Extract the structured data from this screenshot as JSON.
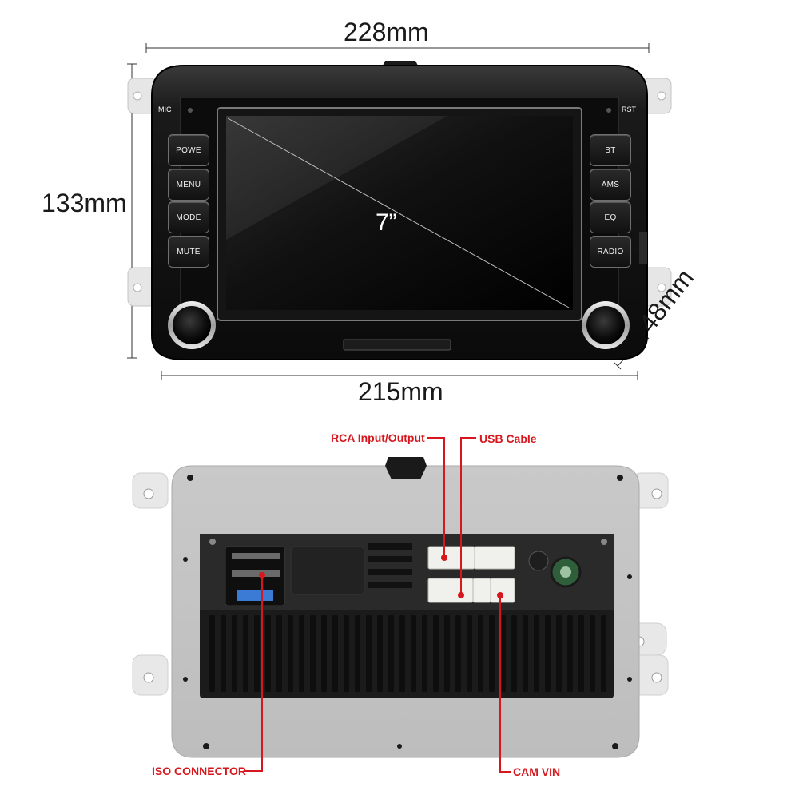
{
  "dimensions": {
    "width": "228mm",
    "height": "133mm",
    "bottom_width": "215mm",
    "depth": "48mm"
  },
  "front_panel": {
    "left_label": "MIC",
    "right_label": "RST",
    "screen_size": "7”",
    "left_buttons": [
      "POWE",
      "MENU",
      "MODE",
      "MUTE"
    ],
    "right_buttons": [
      "BT",
      "AMS",
      "EQ",
      "RADIO"
    ]
  },
  "rear_panel": {
    "callouts": {
      "rca": "RCA Input/Output",
      "usb": "USB Cable",
      "iso": "ISO  CONNECTOR",
      "cam": "CAM VIN"
    }
  },
  "colors": {
    "callout_red": "#d6181e",
    "bezel": "#151515",
    "bracket": "#e2e2e2"
  }
}
